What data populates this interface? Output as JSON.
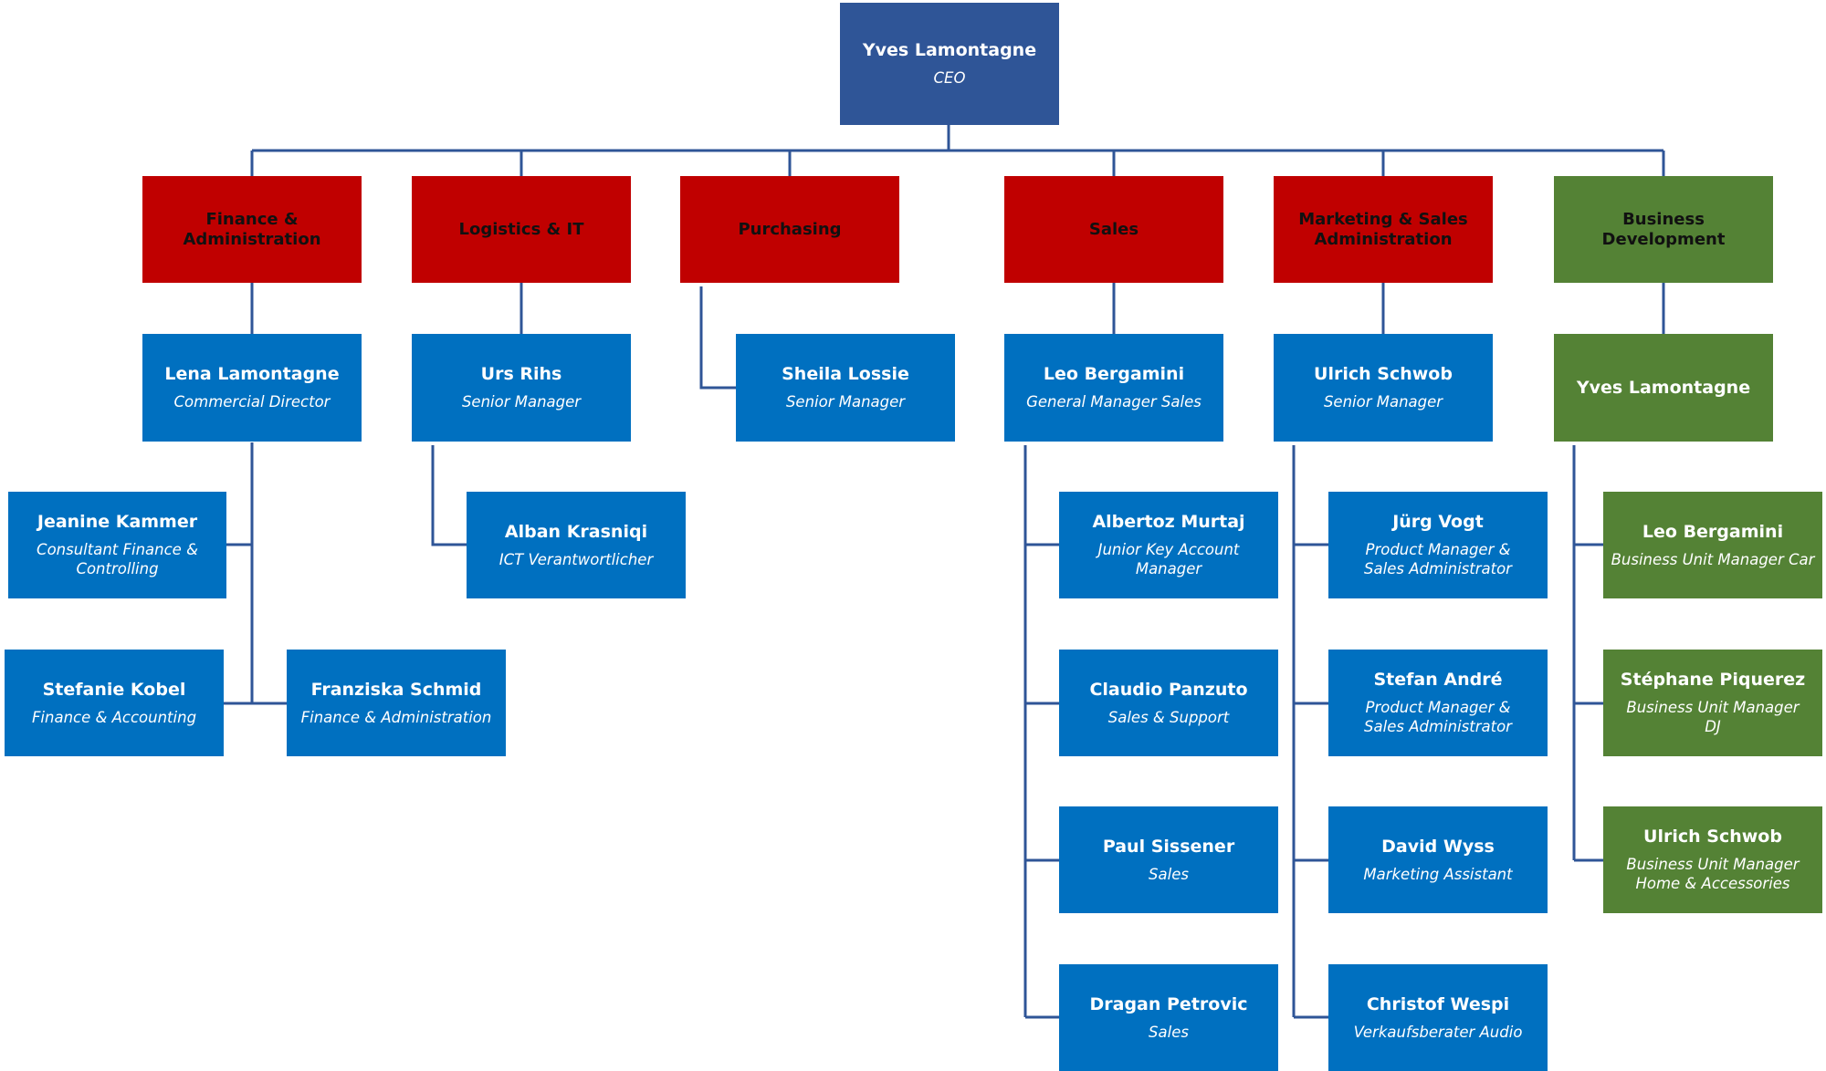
{
  "ceo": {
    "name": "Yves Lamontagne",
    "title": "CEO"
  },
  "departments": [
    {
      "label": "Finance & Administration"
    },
    {
      "label": "Logistics & IT"
    },
    {
      "label": "Purchasing"
    },
    {
      "label": "Sales"
    },
    {
      "label": "Marketing & Sales Administration"
    },
    {
      "label": "Business Development"
    }
  ],
  "managers": [
    {
      "name": "Lena Lamontagne",
      "title": "Commercial Director"
    },
    {
      "name": "Urs Rihs",
      "title": "Senior Manager"
    },
    {
      "name": "Sheila Lossie",
      "title": "Senior Manager"
    },
    {
      "name": "Leo Bergamini",
      "title": "General Manager Sales"
    },
    {
      "name": "Ulrich Schwob",
      "title": "Senior Manager"
    },
    {
      "name": "Yves Lamontagne"
    }
  ],
  "finance_staff": [
    {
      "name": "Jeanine Kammer",
      "title": "Consultant Finance & Controlling"
    },
    {
      "name": "Stefanie Kobel",
      "title": "Finance & Accounting"
    },
    {
      "name": "Franziska Schmid",
      "title": "Finance & Administration"
    }
  ],
  "logistics_staff": [
    {
      "name": "Alban Krasniqi",
      "title": "ICT Verantwortlicher"
    }
  ],
  "sales_staff": [
    {
      "name": "Albertoz Murtaj",
      "title": "Junior Key Account Manager"
    },
    {
      "name": "Claudio Panzuto",
      "title": "Sales & Support"
    },
    {
      "name": "Paul Sissener",
      "title": "Sales"
    },
    {
      "name": "Dragan Petrovic",
      "title": "Sales"
    }
  ],
  "marketing_staff": [
    {
      "name": "Jürg Vogt",
      "title": "Product Manager & Sales Administrator"
    },
    {
      "name": "Stefan André",
      "title": "Product Manager & Sales Administrator"
    },
    {
      "name": "David Wyss",
      "title": "Marketing Assistant"
    },
    {
      "name": "Christof Wespi",
      "title": "Verkaufsberater Audio"
    }
  ],
  "bizdev_staff": [
    {
      "name": "Leo Bergamini",
      "title": "Business Unit Manager Car"
    },
    {
      "name": "Stéphane Piquerez",
      "title": "Business Unit Manager DJ"
    },
    {
      "name": "Ulrich Schwob",
      "title": "Business Unit Manager Home & Accessories"
    }
  ],
  "colors": {
    "ceo": "#2f5597",
    "department": "#c00000",
    "business_development": "#548235",
    "person": "#0070c0",
    "connector": "#2f5597"
  }
}
